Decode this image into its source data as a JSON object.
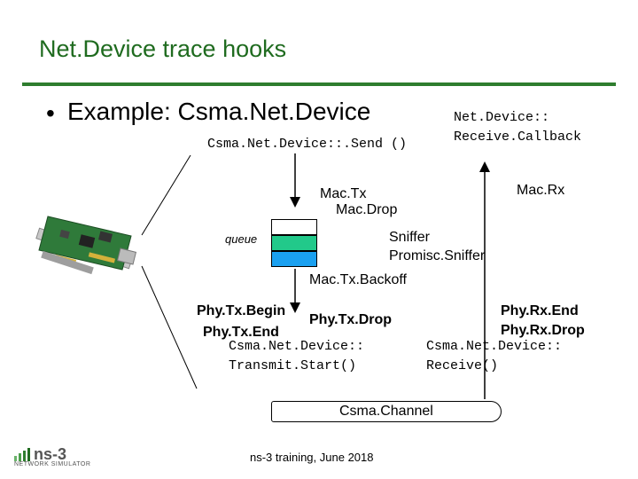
{
  "slide": {
    "title": "Net.Device trace hooks",
    "bullet": "Example:  Csma.Net.Device",
    "footer": "ns-3 training, June 2018"
  },
  "labels": {
    "send": "Csma.Net.Device::.Send ()",
    "recv_cb_1": "Net.Device::",
    "recv_cb_2": "Receive.Callback",
    "mac_tx": "Mac.Tx",
    "mac_drop": "Mac.Drop",
    "mac_rx": "Mac.Rx",
    "queue": "queue",
    "sniffer": "Sniffer",
    "promisc": "Promisc.Sniffer",
    "backoff": "Mac.Tx.Backoff",
    "phy_tx_begin": "Phy.Tx.Begin",
    "phy_tx_drop": "Phy.Tx.Drop",
    "phy_tx_end": "Phy.Tx.End",
    "transmit_1": "Csma.Net.Device::",
    "transmit_2": "Transmit.Start()",
    "phy_rx_end": "Phy.Rx.End",
    "phy_rx_drop": "Phy.Rx.Drop",
    "receive_1": "Csma.Net.Device::",
    "receive_2": "Receive()",
    "channel": "Csma.Channel"
  },
  "logo": {
    "name": "ns-3",
    "tagline": "NETWORK SIMULATOR"
  },
  "colors": {
    "title": "#1f6b1f",
    "rule": "#2e7d2e",
    "queue_top": "#ffffff",
    "queue_mid": "#22c98a",
    "queue_bottom": "#1aa0f0"
  }
}
